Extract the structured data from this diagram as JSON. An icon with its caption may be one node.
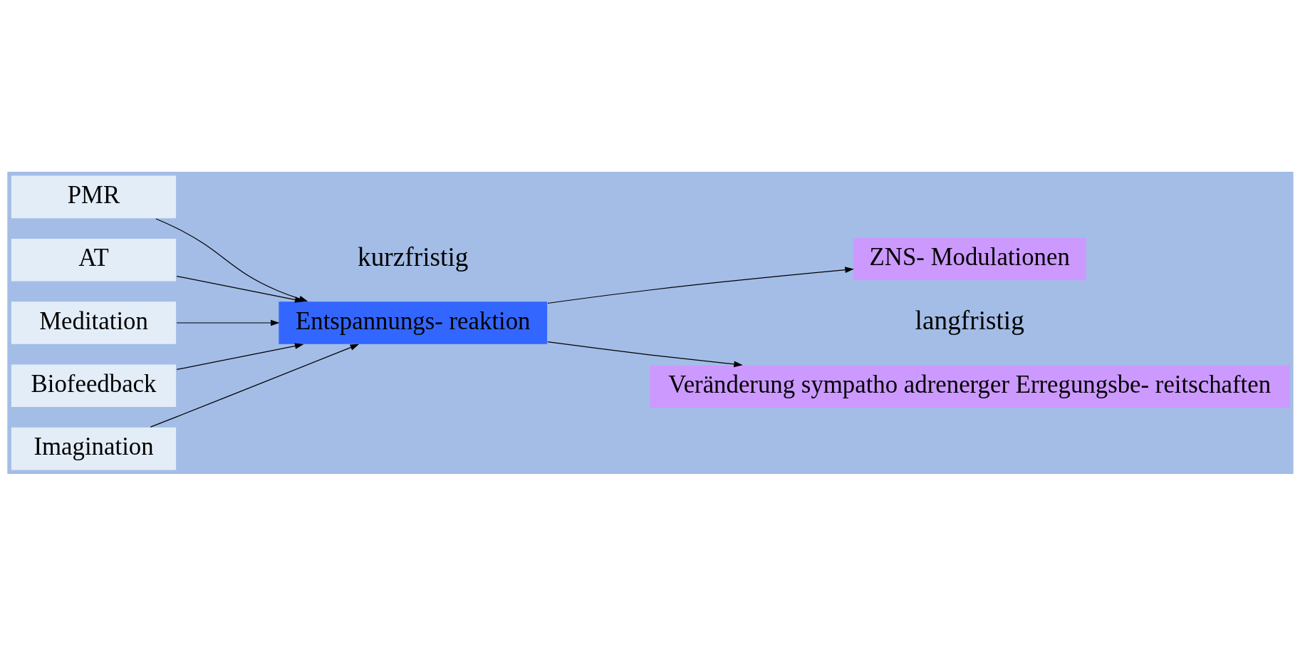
{
  "diagram": {
    "nodes": [
      {
        "text": [
          "PMR"
        ]
      },
      {
        "text": [
          "AT"
        ]
      },
      {
        "text": [
          "Meditation"
        ]
      },
      {
        "text": [
          "Biofeedback"
        ]
      },
      {
        "text": [
          "Imagination"
        ]
      },
      {
        "text": [
          "Entspannungs- reaktion"
        ]
      },
      {
        "text": [
          "Veränderung sympatho adrenerger Erregungsbe- reitschaften"
        ]
      },
      {
        "text": [
          "ZNS- Modulationen"
        ]
      }
    ],
    "edges": [
      {
        "from": 0,
        "to": 5,
        "arrow": "to"
      },
      {
        "from": 1,
        "to": 5,
        "arrow": "to"
      },
      {
        "from": 2,
        "to": 5,
        "arrow": "to"
      },
      {
        "from": 3,
        "to": 5,
        "arrow": "to"
      },
      {
        "from": 4,
        "to": 5,
        "arrow": "to"
      },
      {
        "from": 5,
        "to": 6,
        "arrow": "to"
      },
      {
        "from": 5,
        "to": 7,
        "arrow": "to"
      }
    ],
    "labels": [
      "kurzfristig",
      "langfristig"
    ]
  }
}
